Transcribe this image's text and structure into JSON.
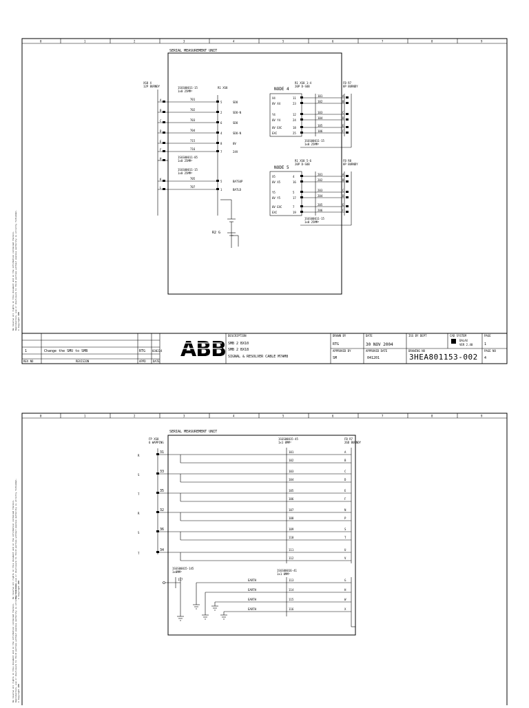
{
  "sheet": {
    "grid_numbers": [
      "0",
      "1",
      "2",
      "3",
      "4",
      "5",
      "6",
      "7",
      "8",
      "9"
    ],
    "unit_title": "SERIAL MEASUREMENT UNIT",
    "side_notes": [
      "We reserve all rights in this document and in the information contained therein.",
      "Reproduction, use or disclosure to third parties without express authority is strictly forbidden.",
      "© Copyright ABB"
    ]
  },
  "page1": {
    "x3_connector": {
      "title": "XS8 X",
      "subtitle": "12P BURNDY"
    },
    "cable_top": {
      "part": "1SGS00011-15",
      "spec": "1x0 25MM²"
    },
    "r1_connector": "R1 XS8",
    "left_wires": [
      "701",
      "702",
      "703",
      "704",
      "715",
      "716"
    ],
    "left_pins": [
      "A",
      "B",
      "C",
      "D",
      "E",
      "F",
      "H"
    ],
    "r1_signals": [
      {
        "pin": "5",
        "name": "SDO"
      },
      {
        "pin": "2",
        "name": "SDO-N"
      },
      {
        "pin": "6",
        "name": "SDO"
      },
      {
        "pin": "4",
        "name": "SDO-N"
      },
      {
        "pin": "8",
        "name": "0V"
      },
      {
        "pin": "7",
        "name": "24V"
      }
    ],
    "cable_mid1": {
      "part": "1SGS00011-85",
      "spec": "1x0 25MM²"
    },
    "cable_mid2": {
      "part": "1SGS00011-15",
      "spec": "1x0 25MM²"
    },
    "batt_wires": [
      "705",
      "707"
    ],
    "batt_pins": [
      "K",
      "L"
    ],
    "batt_signals": [
      {
        "pin": "5",
        "name": "BATSUP"
      },
      {
        "pin": "1",
        "name": "BATLD"
      }
    ],
    "r2_label": "R2 G",
    "node4": {
      "title": "NODE 4",
      "connector": "R1 XS8 1-4",
      "connector_sub": "20P D-SUB",
      "right_connector": "FB R7",
      "right_connector_sub": "8P BURNDY",
      "rows": [
        {
          "sig": "X4",
          "pin": "11",
          "wire": "101",
          "out": "A"
        },
        {
          "sig": "0V X4",
          "pin": "23",
          "wire": "102",
          "out": "B"
        },
        {
          "sig": "Y4",
          "pin": "12",
          "wire": "103",
          "out": "C"
        },
        {
          "sig": "0V Y4",
          "pin": "24",
          "wire": "104",
          "out": "D"
        },
        {
          "sig": "0V EXC",
          "pin": "18",
          "wire": "105",
          "out": "E"
        },
        {
          "sig": "EXC",
          "pin": "25",
          "wire": "106",
          "out": "F"
        }
      ],
      "cable": {
        "part": "1SGS00011-15",
        "spec": "1x0 25MM²"
      }
    },
    "node5": {
      "title": "NODE 5",
      "connector": "R1 XS8 5-6",
      "connector_sub": "20P D-SUB",
      "right_connector": "FB R8",
      "right_connector_sub": "8P BURNDY",
      "rows": [
        {
          "sig": "X5",
          "pin": "4",
          "wire": "201",
          "out": "A"
        },
        {
          "sig": "0V X5",
          "pin": "16",
          "wire": "202",
          "out": "B"
        },
        {
          "sig": "Y5",
          "pin": "5",
          "wire": "203",
          "out": "C"
        },
        {
          "sig": "0V Y5",
          "pin": "17",
          "wire": "204",
          "out": "D"
        },
        {
          "sig": "0V EXC",
          "pin": "7",
          "wire": "205",
          "out": "E"
        },
        {
          "sig": "EXC",
          "pin": "19",
          "wire": "206",
          "out": "F"
        }
      ],
      "cable": {
        "part": "1SGS00011-15",
        "spec": "1x0 25MM²"
      }
    }
  },
  "titleblock": {
    "rev": "1",
    "rev_text": "Change the SMU to SMB",
    "rev_by": "RTG",
    "rev_date": "030224",
    "col_rev": "REV NO",
    "col_revision": "REVISION",
    "col_appd": "APPD",
    "col_date": "DATE",
    "description_label": "DESCRIPTION",
    "description": [
      "SMB 2 BX10",
      "SMB 2 BX18",
      "SIGNAL & RESOLVER CABLE M7AM8"
    ],
    "drawn_by_label": "DRAWN BY",
    "drawn_by": "RTG",
    "date_label": "DATE",
    "date": "30 NOV 2004",
    "approved_by_label": "APPROVED BY",
    "approved_by": "SM",
    "approved_date_label": "APPROVED DATE",
    "approved_date": "041201",
    "iss_label": "ISS BY DEPT",
    "cad_label": "CAD SYSTEM",
    "cad_value": "DALAX",
    "cad_ver": "VER 2.40",
    "drawing_no_label": "DRAWING NO",
    "drawing_no": "3HEA801153-002",
    "page_label": "PAGE",
    "page": "1",
    "pages_label": "PAGE NO",
    "pages": "4",
    "logo": "ABB"
  },
  "page2": {
    "left_connector": {
      "title": "FP XS8",
      "subtitle": "6 WAPPING"
    },
    "right_connector": {
      "title": "FB R7",
      "subtitle": "26D BURNDY"
    },
    "cable_top": {
      "part": "1SGS00015-45",
      "spec": "1x1 0MM²"
    },
    "phases": [
      "R",
      "S",
      "T",
      "R",
      "S",
      "T"
    ],
    "terminals": [
      "31",
      "33",
      "35",
      "32",
      "36",
      "34"
    ],
    "wires": [
      "101",
      "102",
      "103",
      "104",
      "105",
      "106",
      "107",
      "108",
      "109",
      "110",
      "111",
      "112"
    ],
    "outs": [
      "A",
      "B",
      "C",
      "D",
      "E",
      "F",
      "N",
      "P",
      "S",
      "T",
      "U",
      "V"
    ],
    "shield_cable": {
      "part": "1SGS00015-145",
      "spec": "1x0MM²"
    },
    "shield_terminal": "117",
    "lower_cable": {
      "part": "1SGS00016-41",
      "spec": "1x1 0MM²"
    },
    "earth_label": "EARTH",
    "lower_wires": [
      "113",
      "114",
      "115",
      "116"
    ],
    "lower_outs": [
      "G",
      "H",
      "W",
      "X"
    ]
  }
}
